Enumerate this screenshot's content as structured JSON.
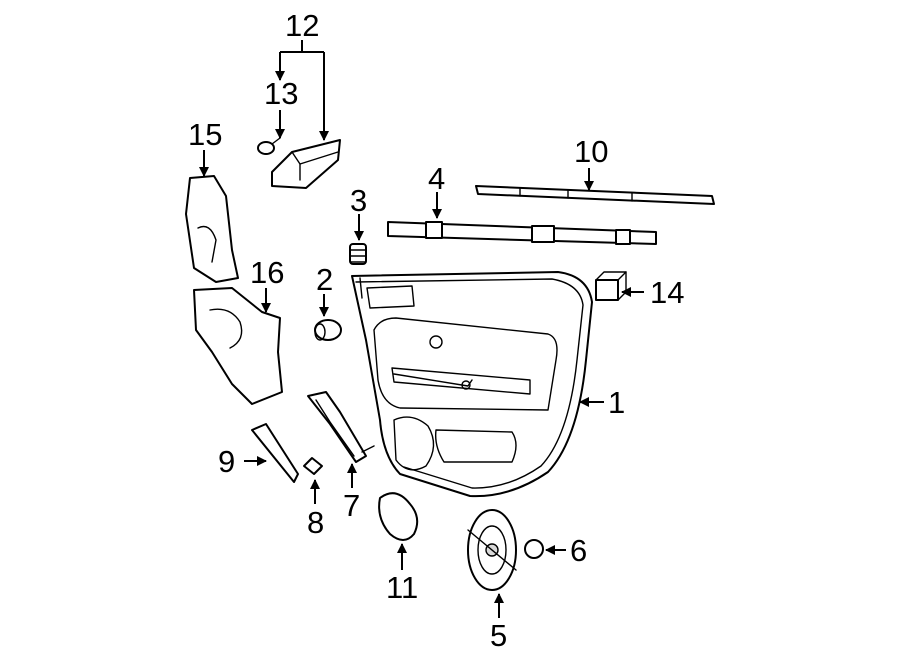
{
  "callouts": {
    "c1": "1",
    "c2": "2",
    "c3": "3",
    "c4": "4",
    "c5": "5",
    "c6": "6",
    "c7": "7",
    "c8": "8",
    "c9": "9",
    "c10": "10",
    "c11": "11",
    "c12": "12",
    "c13": "13",
    "c14": "14",
    "c15": "15",
    "c16": "16"
  },
  "colors": {
    "line": "#000000",
    "background": "#ffffff"
  }
}
